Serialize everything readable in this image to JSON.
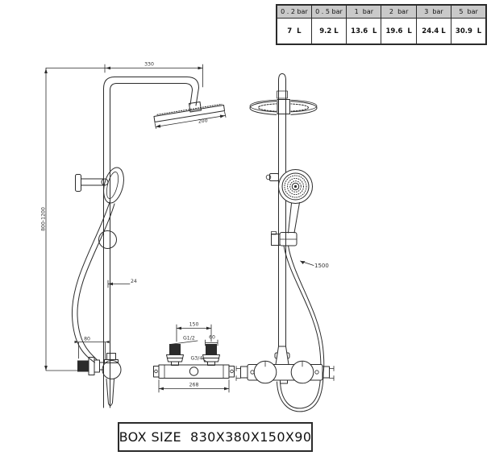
{
  "flow_table": {
    "headers": [
      "0 . 2 bar",
      "0 . 5 bar",
      "1  bar",
      "2  bar",
      "3  bar",
      "5  bar"
    ],
    "values": [
      "7  L",
      "9.2 L",
      "13.6  L",
      "19.6  L",
      "24.4 L",
      "30.9  L"
    ]
  },
  "dimensions": {
    "arm_width": "330",
    "head_width": "200",
    "column_height": "800-1200",
    "pipe_diameter": "24",
    "wall_offset": "80",
    "inlet_spacing": "150",
    "inlet_thread": "G1/2",
    "handle_spacing": "60",
    "outlet_thread": "G3/4",
    "valve_width": "268",
    "hose_length": "1500"
  },
  "box_label": {
    "text": "BOX SIZE  830X380X150X90"
  },
  "colors": {
    "line": "#2b2b2b",
    "table_header_bg": "#c9c9c9",
    "background": "#ffffff"
  }
}
